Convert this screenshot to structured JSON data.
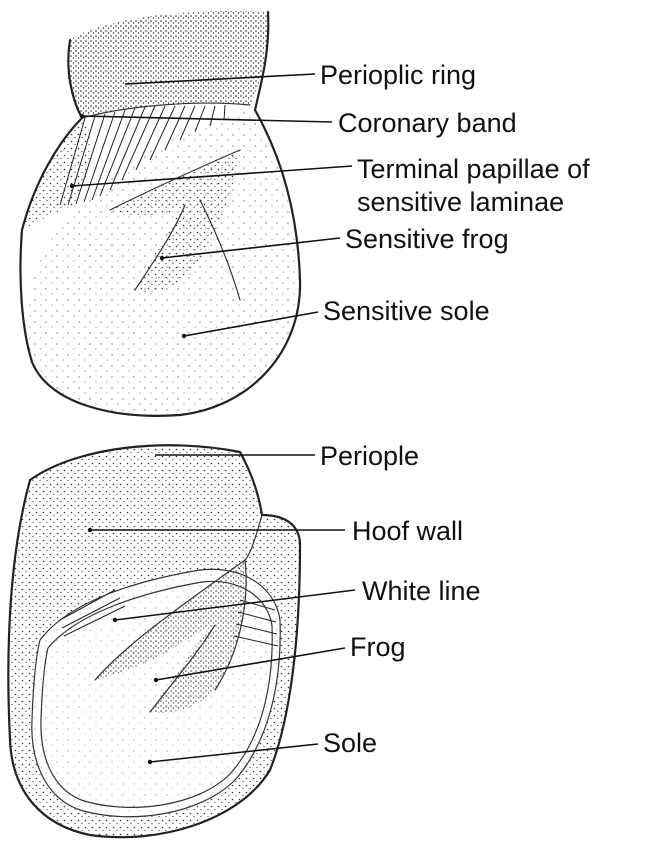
{
  "upper_figure": {
    "labels": {
      "perioplic_ring": "Perioplic ring",
      "coronary_band": "Coronary band",
      "terminal_papillae_line1": "Terminal papillae of",
      "terminal_papillae_line2": "sensitive laminae",
      "sensitive_frog": "Sensitive frog",
      "sensitive_sole": "Sensitive sole"
    }
  },
  "lower_figure": {
    "labels": {
      "periople": "Periople",
      "hoof_wall": "Hoof wall",
      "white_line": "White line",
      "frog": "Frog",
      "sole": "Sole"
    }
  },
  "colors": {
    "ink": "#111111",
    "background": "#ffffff"
  }
}
